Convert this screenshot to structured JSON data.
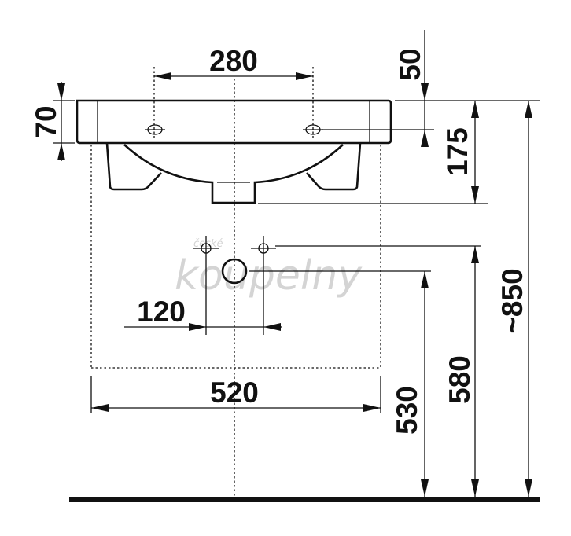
{
  "dimensions": {
    "drain_spacing": "280",
    "rim_height": "70",
    "top_offset": "50",
    "drain_depth": "175",
    "width": "520",
    "waste_spacing": "120",
    "total_height": "~850",
    "supply_height": "580",
    "waste_height": "530"
  },
  "watermark": {
    "line1": "české",
    "line2": "koupelny"
  },
  "colors": {
    "ink": "#111111",
    "watermark": "#d4d4d4",
    "background": "#ffffff"
  }
}
